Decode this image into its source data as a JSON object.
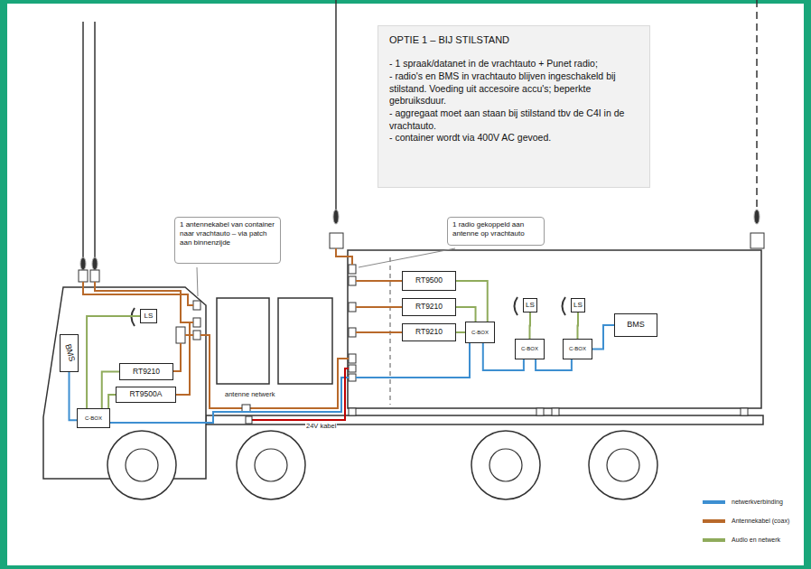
{
  "diagram": {
    "nodes": [
      {
        "text": [
          "OPTIE 1 – BIJ STILSTAND",
          "- 1 spraak/datanet in de vrachtauto + Punet radio;",
          "- radio's en BMS in vrachtauto blijven ingeschakeld bij stilstand. Voeding uit accesoire accu's; beperkte gebruiksduur.",
          "- aggregaat moet aan staan bij stilstand tbv de C4I in de vrachtauto.",
          "- container wordt via 400V AC gevoed."
        ]
      },
      {
        "text": [
          "1 antennekabel van container naar vrachtauto – via patch aan binnenzijde"
        ]
      },
      {
        "text": [
          "1 radio gekoppeld aan antenne op vrachtauto"
        ]
      },
      {
        "text": [
          "LS"
        ]
      },
      {
        "text": [
          "BMS"
        ]
      },
      {
        "text": [
          "RT9210"
        ]
      },
      {
        "text": [
          "RT9500A"
        ]
      },
      {
        "text": [
          "C-BOX"
        ]
      },
      {
        "text": [
          "RT9500"
        ]
      },
      {
        "text": [
          "RT9210"
        ]
      },
      {
        "text": [
          "RT9210"
        ]
      },
      {
        "text": [
          "C-BOX"
        ]
      },
      {
        "text": [
          "LS"
        ]
      },
      {
        "text": [
          "LS"
        ]
      },
      {
        "text": [
          "C-BOX"
        ]
      },
      {
        "text": [
          "C-BOX"
        ]
      },
      {
        "text": [
          "BMS"
        ]
      }
    ],
    "edges": [
      {
        "from": 7,
        "to": 5,
        "arrow": "none"
      },
      {
        "from": 7,
        "to": 6,
        "arrow": "none"
      },
      {
        "from": 7,
        "to": 3,
        "arrow": "none"
      },
      {
        "from": 7,
        "to": 4,
        "arrow": "none"
      },
      {
        "from": 8,
        "to": 11,
        "arrow": "none"
      },
      {
        "from": 9,
        "to": 11,
        "arrow": "none"
      },
      {
        "from": 10,
        "to": 11,
        "arrow": "none"
      },
      {
        "from": 11,
        "to": 14,
        "arrow": "none"
      },
      {
        "from": 14,
        "to": 15,
        "arrow": "none"
      },
      {
        "from": 15,
        "to": 16,
        "arrow": "none"
      },
      {
        "from": 14,
        "to": 12,
        "arrow": "none"
      },
      {
        "from": 15,
        "to": 13,
        "arrow": "none"
      }
    ],
    "labels": [
      "antenne netwerk",
      "24V kabel"
    ],
    "legend": [
      {
        "text": "netwerkverbinding",
        "color": "#3d8fd1"
      },
      {
        "text": "Antennekabel (coax)",
        "color": "#b8692a"
      },
      {
        "text": "Audio en netwerk",
        "color": "#8fab5b"
      }
    ]
  }
}
